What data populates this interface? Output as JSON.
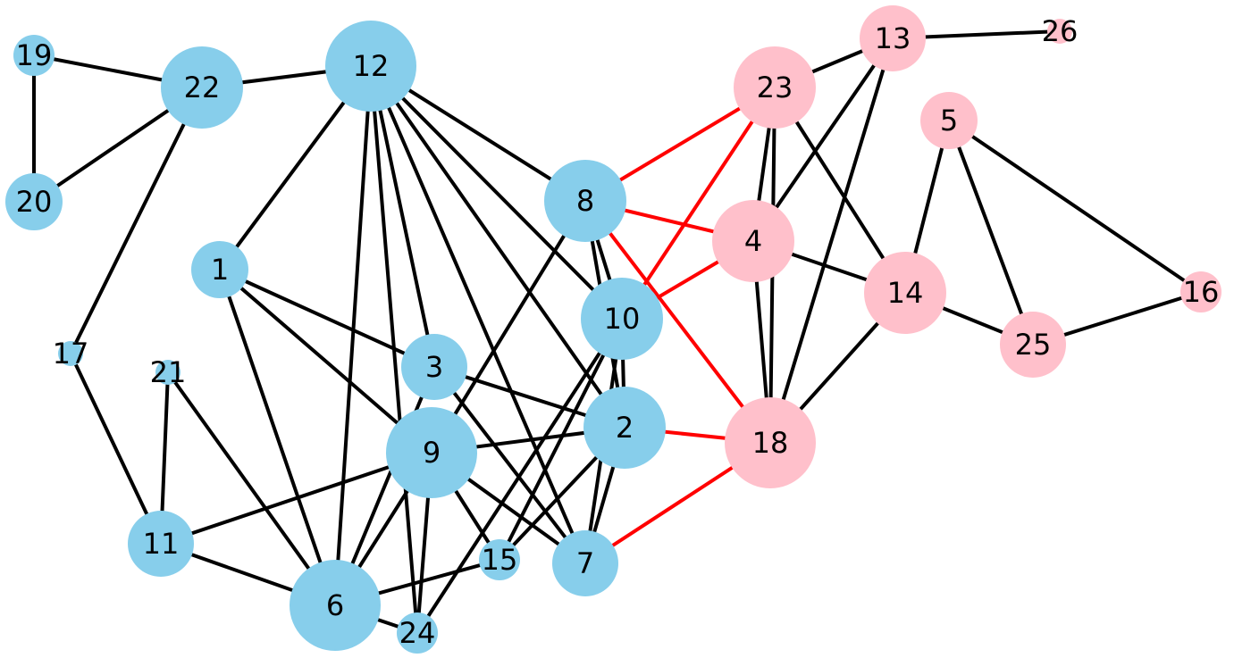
{
  "colors": {
    "community_a": "#87CEEB",
    "community_b": "#FFC0CB",
    "edge_default": "#000000",
    "edge_bridge": "#FF0000",
    "background": "#FFFFFF"
  },
  "nodes": [
    {
      "id": "1",
      "community": "community_a",
      "size": "small"
    },
    {
      "id": "2",
      "community": "community_a",
      "size": "large"
    },
    {
      "id": "3",
      "community": "community_a",
      "size": "medium"
    },
    {
      "id": "4",
      "community": "community_b",
      "size": "large"
    },
    {
      "id": "5",
      "community": "community_b",
      "size": "small"
    },
    {
      "id": "6",
      "community": "community_a",
      "size": "xlarge"
    },
    {
      "id": "7",
      "community": "community_a",
      "size": "medium"
    },
    {
      "id": "8",
      "community": "community_a",
      "size": "large"
    },
    {
      "id": "9",
      "community": "community_a",
      "size": "xlarge"
    },
    {
      "id": "10",
      "community": "community_a",
      "size": "large"
    },
    {
      "id": "11",
      "community": "community_a",
      "size": "medium"
    },
    {
      "id": "12",
      "community": "community_a",
      "size": "xlarge"
    },
    {
      "id": "13",
      "community": "community_b",
      "size": "medium"
    },
    {
      "id": "14",
      "community": "community_b",
      "size": "large"
    },
    {
      "id": "15",
      "community": "community_a",
      "size": "tiny"
    },
    {
      "id": "16",
      "community": "community_b",
      "size": "tiny"
    },
    {
      "id": "17",
      "community": "community_a",
      "size": "dot"
    },
    {
      "id": "18",
      "community": "community_b",
      "size": "xlarge"
    },
    {
      "id": "19",
      "community": "community_a",
      "size": "tiny"
    },
    {
      "id": "20",
      "community": "community_a",
      "size": "small"
    },
    {
      "id": "21",
      "community": "community_a",
      "size": "dot"
    },
    {
      "id": "22",
      "community": "community_a",
      "size": "large"
    },
    {
      "id": "23",
      "community": "community_b",
      "size": "large"
    },
    {
      "id": "24",
      "community": "community_a",
      "size": "tiny"
    },
    {
      "id": "25",
      "community": "community_b",
      "size": "medium"
    },
    {
      "id": "26",
      "community": "community_b",
      "size": "dot"
    }
  ],
  "edges": [
    [
      "19",
      "22",
      "edge_default"
    ],
    [
      "19",
      "20",
      "edge_default"
    ],
    [
      "20",
      "22",
      "edge_default"
    ],
    [
      "22",
      "12",
      "edge_default"
    ],
    [
      "22",
      "17",
      "edge_default"
    ],
    [
      "17",
      "11",
      "edge_default"
    ],
    [
      "21",
      "11",
      "edge_default"
    ],
    [
      "21",
      "6",
      "edge_default"
    ],
    [
      "11",
      "6",
      "edge_default"
    ],
    [
      "11",
      "9",
      "edge_default"
    ],
    [
      "12",
      "1",
      "edge_default"
    ],
    [
      "12",
      "6",
      "edge_default"
    ],
    [
      "12",
      "3",
      "edge_default"
    ],
    [
      "12",
      "24",
      "edge_default"
    ],
    [
      "12",
      "7",
      "edge_default"
    ],
    [
      "12",
      "2",
      "edge_default"
    ],
    [
      "12",
      "10",
      "edge_default"
    ],
    [
      "12",
      "8",
      "edge_default"
    ],
    [
      "1",
      "3",
      "edge_default"
    ],
    [
      "1",
      "9",
      "edge_default"
    ],
    [
      "1",
      "6",
      "edge_default"
    ],
    [
      "3",
      "2",
      "edge_default"
    ],
    [
      "3",
      "7",
      "edge_default"
    ],
    [
      "3",
      "6",
      "edge_default"
    ],
    [
      "9",
      "2",
      "edge_default"
    ],
    [
      "9",
      "6",
      "edge_default"
    ],
    [
      "9",
      "24",
      "edge_default"
    ],
    [
      "9",
      "15",
      "edge_default"
    ],
    [
      "9",
      "7",
      "edge_default"
    ],
    [
      "9",
      "8",
      "edge_default"
    ],
    [
      "6",
      "15",
      "edge_default"
    ],
    [
      "6",
      "24",
      "edge_default"
    ],
    [
      "24",
      "10",
      "edge_default"
    ],
    [
      "15",
      "2",
      "edge_default"
    ],
    [
      "10",
      "15",
      "edge_default"
    ],
    [
      "8",
      "10",
      "edge_default"
    ],
    [
      "8",
      "2",
      "edge_default"
    ],
    [
      "10",
      "2",
      "edge_default"
    ],
    [
      "10",
      "7",
      "edge_default"
    ],
    [
      "2",
      "7",
      "edge_default"
    ],
    [
      "8",
      "23",
      "edge_bridge"
    ],
    [
      "8",
      "4",
      "edge_bridge"
    ],
    [
      "8",
      "18",
      "edge_bridge"
    ],
    [
      "10",
      "23",
      "edge_bridge"
    ],
    [
      "10",
      "4",
      "edge_bridge"
    ],
    [
      "2",
      "18",
      "edge_bridge"
    ],
    [
      "7",
      "18",
      "edge_bridge"
    ],
    [
      "23",
      "13",
      "edge_default"
    ],
    [
      "23",
      "4",
      "edge_default"
    ],
    [
      "23",
      "18",
      "edge_default"
    ],
    [
      "23",
      "14",
      "edge_default"
    ],
    [
      "13",
      "26",
      "edge_default"
    ],
    [
      "13",
      "4",
      "edge_default"
    ],
    [
      "13",
      "18",
      "edge_default"
    ],
    [
      "4",
      "18",
      "edge_default"
    ],
    [
      "4",
      "14",
      "edge_default"
    ],
    [
      "14",
      "18",
      "edge_default"
    ],
    [
      "14",
      "5",
      "edge_default"
    ],
    [
      "14",
      "25",
      "edge_default"
    ],
    [
      "5",
      "25",
      "edge_default"
    ],
    [
      "5",
      "16",
      "edge_default"
    ],
    [
      "25",
      "16",
      "edge_default"
    ]
  ]
}
